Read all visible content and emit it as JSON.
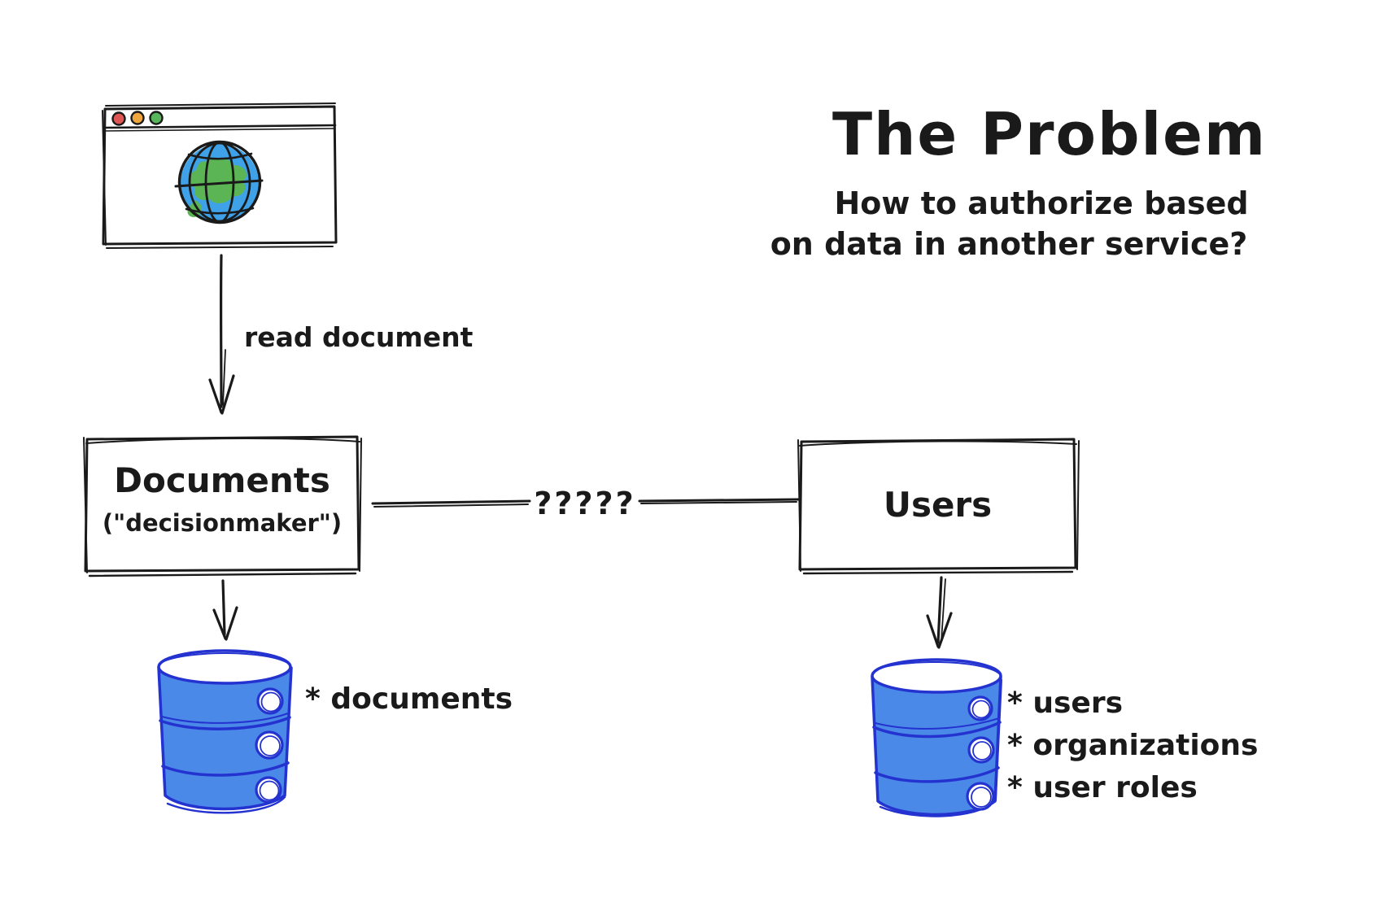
{
  "canvas": {
    "background": "#ffffff"
  },
  "title_block": {
    "title": "The Problem",
    "subtitle_line1": "How to authorize based",
    "subtitle_line2": "on data in another service?"
  },
  "nodes": {
    "browser": {
      "description": "browser window with globe icon"
    },
    "documents_service": {
      "title": "Documents",
      "subtitle": "(\"decisionmaker\")"
    },
    "users_service": {
      "title": "Users"
    },
    "documents_db": {
      "label": "* documents"
    },
    "users_db": {
      "labels": [
        "* users",
        "* organizations",
        "* user roles"
      ]
    }
  },
  "edges": {
    "browser_to_documents": {
      "label": "read document"
    },
    "documents_to_users": {
      "label": "?????"
    }
  },
  "colors": {
    "ink": "#1a1a1a",
    "db_fill": "#4a89e8",
    "db_stroke": "#2433d0",
    "globe_water": "#3fa2e8",
    "globe_land": "#5cb554",
    "traffic_red": "#e05654",
    "traffic_yellow": "#efa63e",
    "traffic_green": "#58b55b"
  }
}
